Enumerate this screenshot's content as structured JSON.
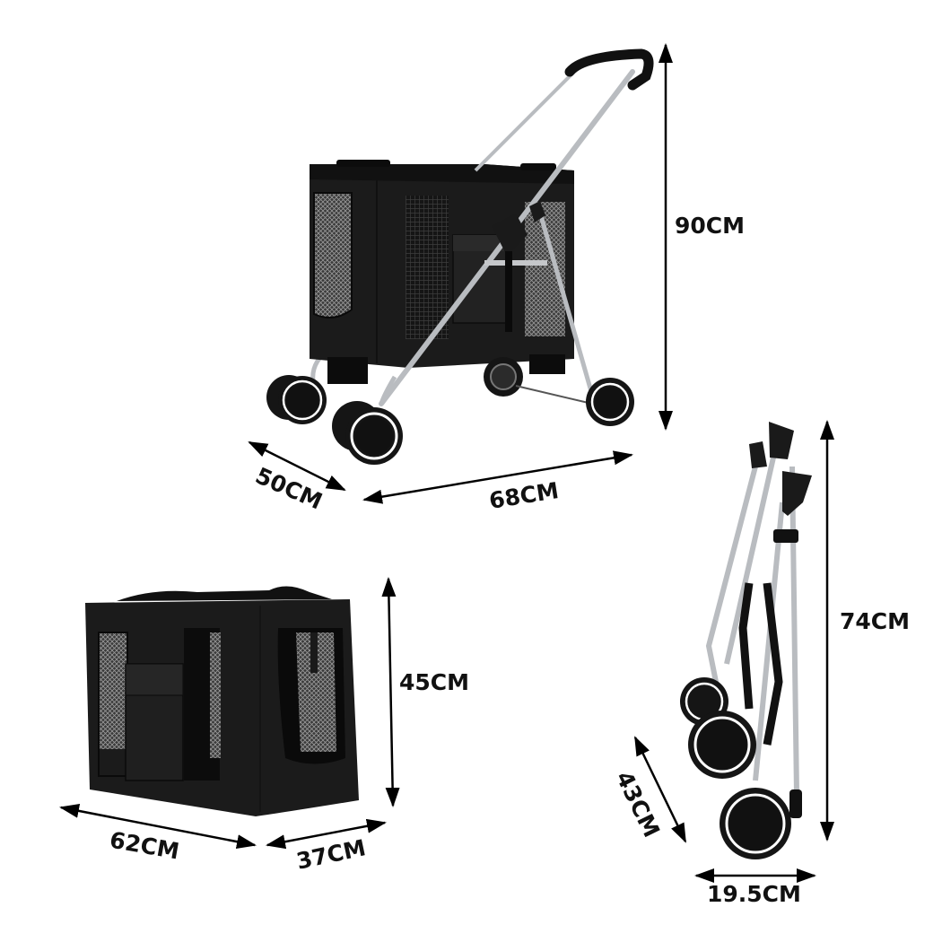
{
  "diagram": {
    "type": "product-dimension-diagram",
    "subject": "4-wheel pet stroller with detachable carrier",
    "colors": {
      "background": "#ffffff",
      "fabric": "#1c1c1c",
      "fabric_dark": "#0e0e0e",
      "frame": "#b9bcc0",
      "mesh": "#8a8a8a",
      "wheel": "#151515",
      "wheel_ring": "#ffffff",
      "arrow": "#000000",
      "label": "#111111"
    },
    "views": [
      {
        "id": "assembled-stroller",
        "dimensions": {
          "height": "90CM",
          "depth": "50CM",
          "length": "68CM"
        }
      },
      {
        "id": "detached-carrier",
        "dimensions": {
          "height": "45CM",
          "length": "62CM",
          "width": "37CM"
        }
      },
      {
        "id": "folded-frame",
        "dimensions": {
          "height": "74CM",
          "depth": "43CM",
          "width": "19.5CM"
        }
      }
    ]
  }
}
